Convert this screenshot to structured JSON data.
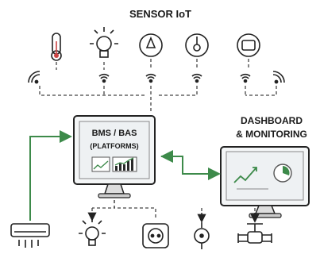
{
  "title": "SENSOR IoT",
  "bms": {
    "line1": "BMS / BAS",
    "line2": "(PLATFORMS)"
  },
  "dashboard": {
    "line1": "DASHBOARD",
    "line2": "& MONITORING"
  },
  "sensors": [
    {
      "icon": "thermometer-icon"
    },
    {
      "icon": "light-bulb-icon"
    },
    {
      "icon": "airflow-sensor-icon"
    },
    {
      "icon": "pressure-gauge-icon"
    },
    {
      "icon": "smart-meter-icon"
    }
  ],
  "actuators": [
    {
      "icon": "air-conditioner-icon"
    },
    {
      "icon": "light-bulb-icon"
    },
    {
      "icon": "power-outlet-icon"
    },
    {
      "icon": "flow-meter-icon"
    },
    {
      "icon": "valve-icon"
    }
  ],
  "colors": {
    "accent_green": "#3d8a4a",
    "line": "#2a2a2a",
    "screen": "#eef1f3"
  }
}
